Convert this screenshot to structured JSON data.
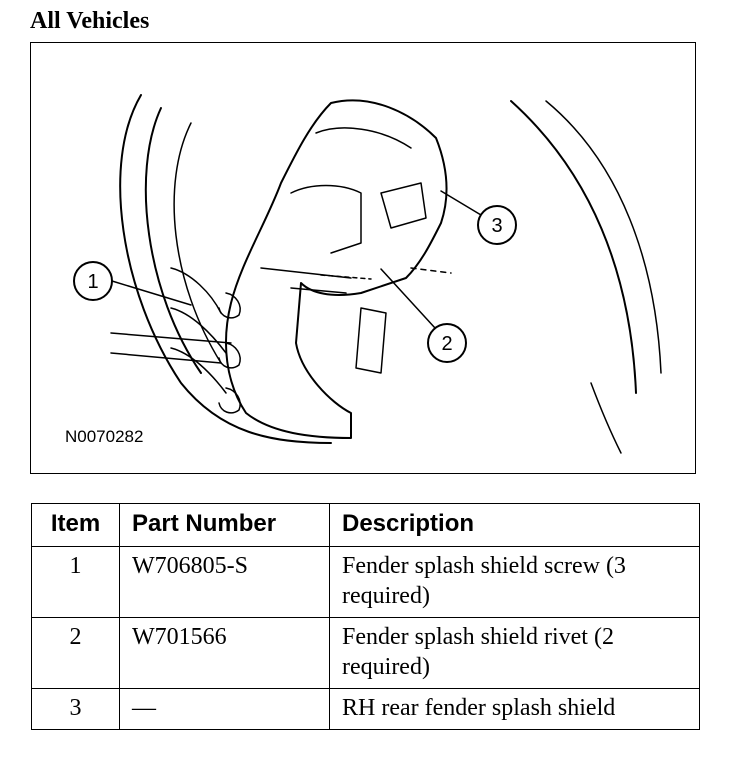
{
  "heading": "All Vehicles",
  "figure": {
    "id": "N0070282",
    "callouts": [
      "1",
      "2",
      "3"
    ]
  },
  "table": {
    "headers": {
      "item": "Item",
      "part_number": "Part Number",
      "description": "Description"
    },
    "rows": [
      {
        "item": "1",
        "part_number": "W706805-S",
        "description": "Fender splash shield screw (3 required)"
      },
      {
        "item": "2",
        "part_number": "W701566",
        "description": "Fender splash shield rivet (2 required)"
      },
      {
        "item": "3",
        "part_number": "—",
        "description": "RH rear fender splash shield"
      }
    ]
  }
}
